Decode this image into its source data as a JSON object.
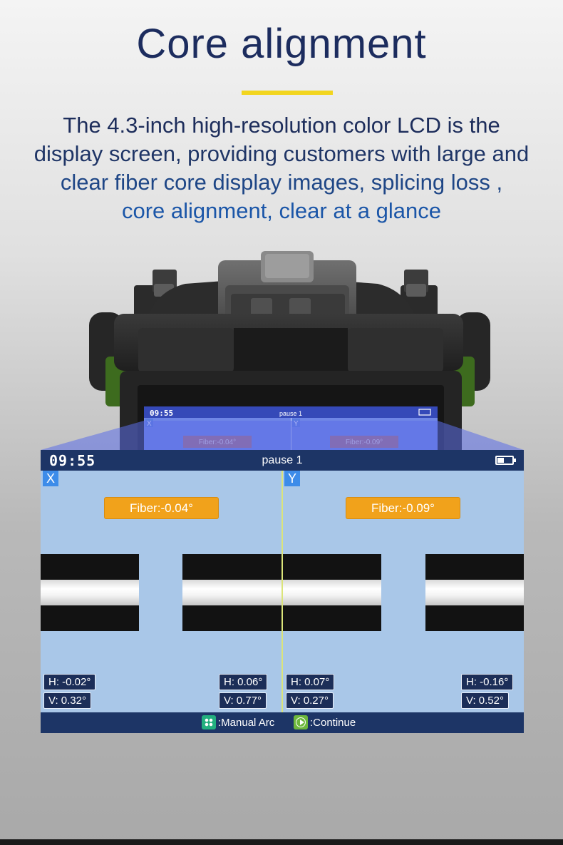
{
  "header": {
    "title": "Core alignment",
    "description": [
      "The 4.3-inch high-resolution color LCD is the",
      "display screen, providing customers with large and",
      "clear fiber core display images, splicing loss ,",
      "core alignment, clear at a glance"
    ]
  },
  "screen": {
    "time": "09:55",
    "mode": "pause 1",
    "battery_level": 0.4,
    "left_view": {
      "axis": "X",
      "fiber_angle": "Fiber:-0.04°",
      "left_readout": {
        "h": "H: -0.02°",
        "v": "V: 0.32°"
      },
      "right_readout": {
        "h": "H: 0.06°",
        "v": "V: 0.77°"
      }
    },
    "right_view": {
      "axis": "Y",
      "fiber_angle": "Fiber:-0.09°",
      "left_readout": {
        "h": "H: 0.07°",
        "v": "V: 0.27°"
      },
      "right_readout": {
        "h": "H: -0.16°",
        "v": "V: 0.52°"
      }
    },
    "bottom_hints": [
      {
        "icon": "manual-arc-key-icon",
        "label": ":Manual Arc"
      },
      {
        "icon": "continue-key-icon",
        "label": ":Continue"
      }
    ]
  },
  "colors": {
    "title": "#1c2c5e",
    "accent": "#f2d51f",
    "screen_bg": "#a9c7e8",
    "statusbar": "#1d3566",
    "badge": "#f1a21b",
    "axis_tag": "#3d8ce9"
  }
}
